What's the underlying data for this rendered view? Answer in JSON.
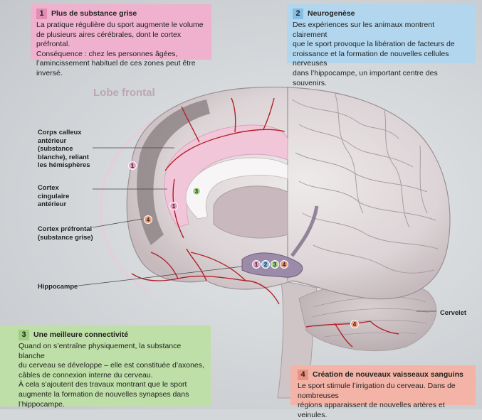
{
  "boxes": {
    "box1": {
      "number": "1",
      "title": "Plus de substance grise",
      "body": "La pratique régulière du sport augmente le volume\nde plusieurs aires cérébrales, dont le cortex préfrontal.\nConséquence : chez les personnes âgées,\nl’amincissement habituel de ces zones peut être inversé.",
      "color": "#efb1cd"
    },
    "box2": {
      "number": "2",
      "title": "Neurogenèse",
      "body": "Des expériences sur les animaux montrent clairement\nque le sport provoque la libération de facteurs de\ncroissance et la formation de nouvelles cellules nerveuses\ndans l’hippocampe, un important centre des souvenirs.",
      "color": "#b2d6ee"
    },
    "box3": {
      "number": "3",
      "title": "Une meilleure connectivité",
      "body": "Quand on s’entraîne physiquement, la substance blanche\ndu cerveau se développe – elle est constituée d’axones,\ncâbles de connexion interne du cerveau.\nÀ cela s’ajoutent des travaux montrant que le sport\naugmente la formation de nouvelles synapses dans\nl’hippocampe.",
      "color": "#bedfa7"
    },
    "box4": {
      "number": "4",
      "title": "Création de nouveaux vaisseaux sanguins",
      "body": "Le sport stimule l’irrigation du cerveau. Dans de nombreuses\nrégions apparaissent de nouvelles artères et veinules.",
      "color": "#f3b4a7"
    }
  },
  "labels": {
    "lobe": "Lobe frontal",
    "corps_calleux": "Corps calleux\nantérieur\n(substance\nblanche), reliant\nles hémisphères",
    "cortex_cingulaire": "Cortex\ncingulaire\nantérieur",
    "cortex_prefrontal": "Cortex préfrontal\n(substance grise)",
    "hippocampe": "Hippocampe",
    "cervelet": "Cervelet"
  },
  "markers": {
    "one": "1",
    "two": "2",
    "three": "3",
    "four": "4"
  },
  "colors": {
    "pink": "#e79cc2",
    "blue": "#8ec3e6",
    "green": "#a6d28a",
    "orange": "#ee9b7e",
    "vessel": "#b3202a"
  }
}
